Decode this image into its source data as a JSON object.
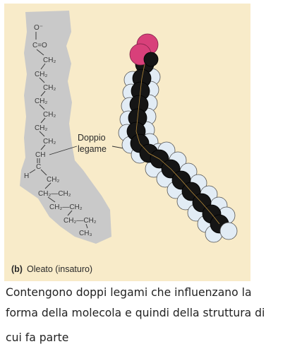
{
  "panel": {
    "background": "#f8ebc9",
    "letter": "(b)",
    "title": "Oleato (insaturo)"
  },
  "structure": {
    "carboxylate": [
      "O⁻",
      "C=O"
    ],
    "chain": [
      "CH₂",
      "CH₂",
      "CH₂",
      "CH₂",
      "CH₂",
      "CH₂",
      "CH₂",
      "CH",
      "C",
      "CH₂",
      "CH₂—CH₂",
      "CH₂—CH₂",
      "CH₂—CH₂",
      "CH₃"
    ],
    "h_atom": "H",
    "annotation_line1": "Doppio",
    "annotation_line2": "legame"
  },
  "model": {
    "oxygen_color": "#d8407a",
    "carbon_color": "#151515",
    "hydrogen_color": "#e2ecf5"
  },
  "caption": {
    "line1": "Contengono doppi legami che influenzano la",
    "line2": "forma della molecola e quindi della struttura di",
    "line3": "cui fa parte"
  }
}
